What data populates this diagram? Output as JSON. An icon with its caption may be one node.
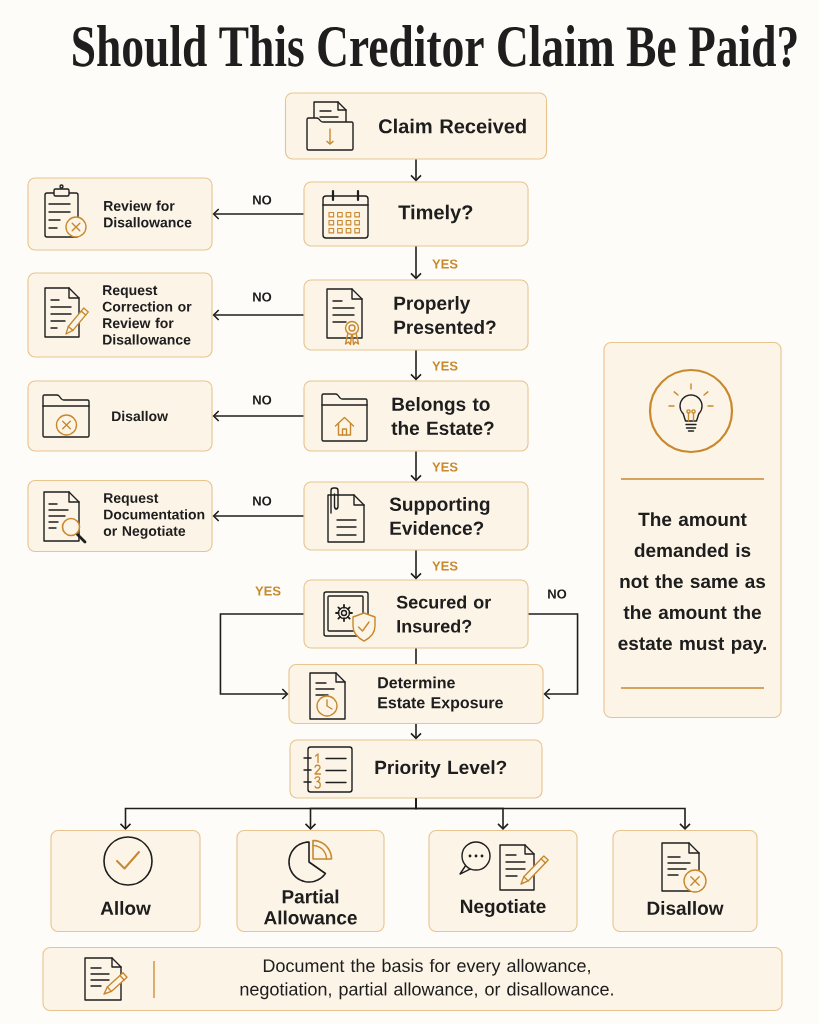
{
  "diagram": {
    "title": "Should This Creditor Claim Be Paid?",
    "nodes": [
      {
        "text": [
          "Claim Received"
        ]
      },
      {
        "text": [
          "Timely?"
        ]
      },
      {
        "text": [
          "Review for Disallowance"
        ]
      },
      {
        "text": [
          "Properly Presented?"
        ]
      },
      {
        "text": [
          "Request Correction or Review for Disallowance"
        ]
      },
      {
        "text": [
          "Belongs to the Estate?"
        ]
      },
      {
        "text": [
          "Disallow"
        ]
      },
      {
        "text": [
          "Supporting Evidence?"
        ]
      },
      {
        "text": [
          "Request Documentation or Negotiate"
        ]
      },
      {
        "text": [
          "Secured or Insured?"
        ]
      },
      {
        "text": [
          "Determine Estate Exposure"
        ]
      },
      {
        "text": [
          "Priority Level?"
        ]
      },
      {
        "text": [
          "Allow"
        ]
      },
      {
        "text": [
          "Partial Allowance"
        ]
      },
      {
        "text": [
          "Negotiate"
        ]
      },
      {
        "text": [
          "Disallow"
        ]
      },
      {
        "text": [
          "Document the basis for every allowance, negotiation, partial allowance, or disallowance."
        ]
      },
      {
        "text": [
          "The amount demanded is not the same as the amount the estate must pay."
        ]
      }
    ],
    "edges": [
      {
        "from": 0,
        "to": 1,
        "arrow": "to"
      },
      {
        "from": 1,
        "to": 2,
        "arrow": "to",
        "label": "NO"
      },
      {
        "from": 1,
        "to": 3,
        "arrow": "to",
        "label": "YES"
      },
      {
        "from": 3,
        "to": 4,
        "arrow": "to",
        "label": "NO"
      },
      {
        "from": 3,
        "to": 5,
        "arrow": "to",
        "label": "YES"
      },
      {
        "from": 5,
        "to": 6,
        "arrow": "to",
        "label": "NO"
      },
      {
        "from": 5,
        "to": 7,
        "arrow": "to",
        "label": "YES"
      },
      {
        "from": 7,
        "to": 8,
        "arrow": "to",
        "label": "NO"
      },
      {
        "from": 7,
        "to": 9,
        "arrow": "to",
        "label": "YES"
      },
      {
        "from": 9,
        "to": 10,
        "arrow": "to",
        "label": "YES"
      },
      {
        "from": 9,
        "to": 10,
        "arrow": "to",
        "label": "NO"
      },
      {
        "from": 9,
        "to": 10,
        "arrow": "none"
      },
      {
        "from": 10,
        "to": 11,
        "arrow": "to"
      },
      {
        "from": 11,
        "to": 12,
        "arrow": "to"
      },
      {
        "from": 11,
        "to": 13,
        "arrow": "to"
      },
      {
        "from": 11,
        "to": 14,
        "arrow": "to"
      },
      {
        "from": 11,
        "to": 15,
        "arrow": "to"
      }
    ]
  }
}
